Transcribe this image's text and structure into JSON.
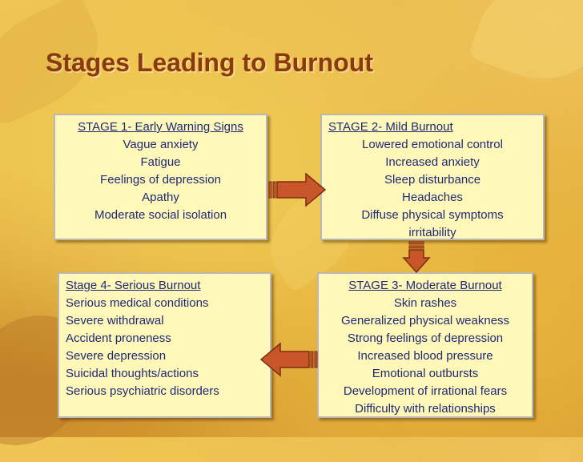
{
  "title": "Stages Leading to Burnout",
  "colors": {
    "title": "#8b3a0e",
    "box_text": "#1d2a78",
    "box_fill": "#fff8b8",
    "arrow": "#c9562a"
  },
  "stage1": {
    "heading": "STAGE 1- Early Warning Signs",
    "items": [
      "Vague anxiety",
      "Fatigue",
      "Feelings of depression",
      "Apathy",
      "Moderate social isolation"
    ]
  },
  "stage2": {
    "heading": "STAGE 2- Mild Burnout",
    "items": [
      "Lowered emotional control",
      "Increased anxiety",
      "Sleep disturbance",
      "Headaches",
      "Diffuse physical symptoms",
      "irritability"
    ]
  },
  "stage3": {
    "heading": "STAGE 3- Moderate Burnout",
    "items": [
      "Skin rashes",
      "Generalized physical weakness",
      "Strong feelings of depression",
      "Increased blood pressure",
      "Emotional outbursts",
      "Development of irrational fears",
      "Difficulty with relationships"
    ]
  },
  "stage4": {
    "heading": "Stage 4- Serious Burnout",
    "items": [
      "Serious medical conditions",
      "Severe withdrawal",
      "Accident proneness",
      "Severe depression",
      "Suicidal thoughts/actions",
      "Serious psychiatric disorders"
    ]
  },
  "icons": [
    "arrow-right-icon",
    "arrow-down-icon",
    "arrow-left-icon"
  ]
}
